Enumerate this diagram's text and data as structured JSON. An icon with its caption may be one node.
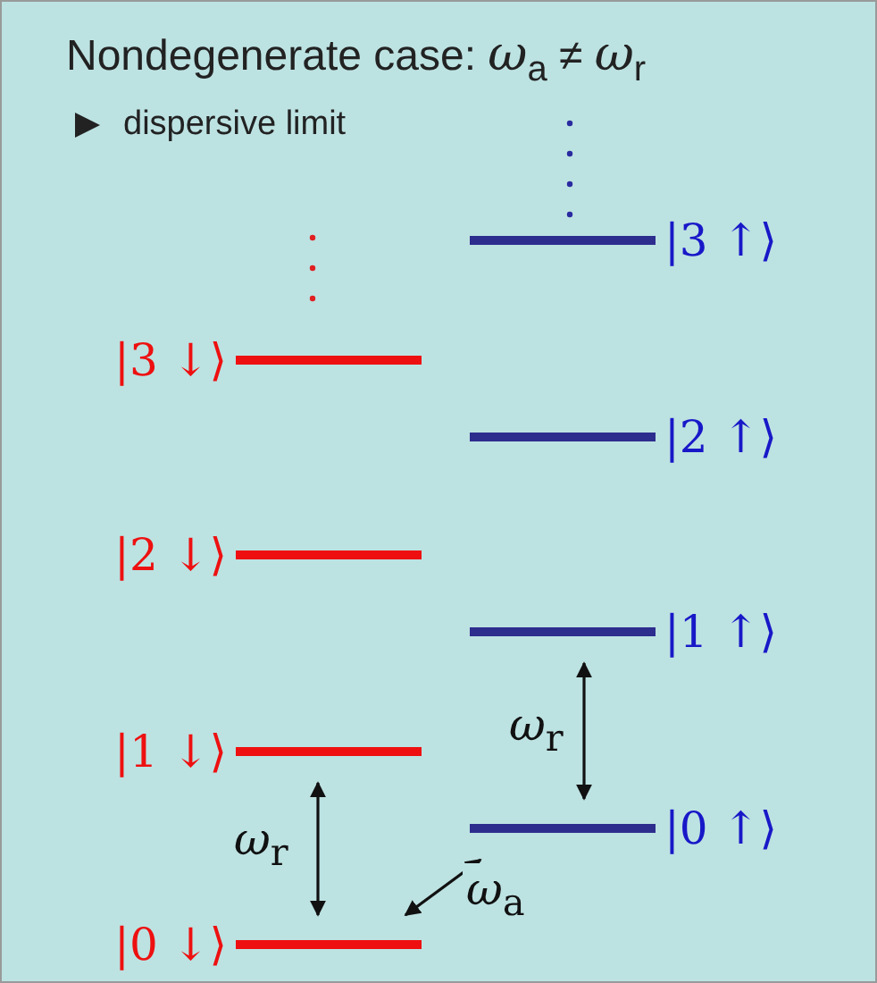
{
  "diagram": {
    "title": "Nondegenerate case: *ω*$_{a}$ ≠ *ω*$_{r}$",
    "nodes": [
      {
        "text": [
          "|3 ↑⟩"
        ]
      },
      {
        "text": [
          "|3 ↓⟩"
        ]
      },
      {
        "text": [
          "|2 ↑⟩"
        ]
      },
      {
        "text": [
          "|2 ↓⟩"
        ]
      },
      {
        "text": [
          "|1 ↑⟩"
        ]
      },
      {
        "text": [
          "|1 ↓⟩"
        ]
      },
      {
        "text": [
          "|0 ↑⟩"
        ]
      },
      {
        "text": [
          "|0 ↓⟩"
        ]
      }
    ],
    "edges": [
      {
        "from": 7,
        "to": 5,
        "arrow": "both",
        "label": "*ω*$_{r}$"
      },
      {
        "from": 7,
        "to": 6,
        "arrow": "both",
        "label": "*ω*$_{a}$"
      },
      {
        "from": 6,
        "to": 4,
        "arrow": "both",
        "label": "*ω*$_{r}$"
      }
    ],
    "labels": [
      "dispersive limit"
    ]
  }
}
